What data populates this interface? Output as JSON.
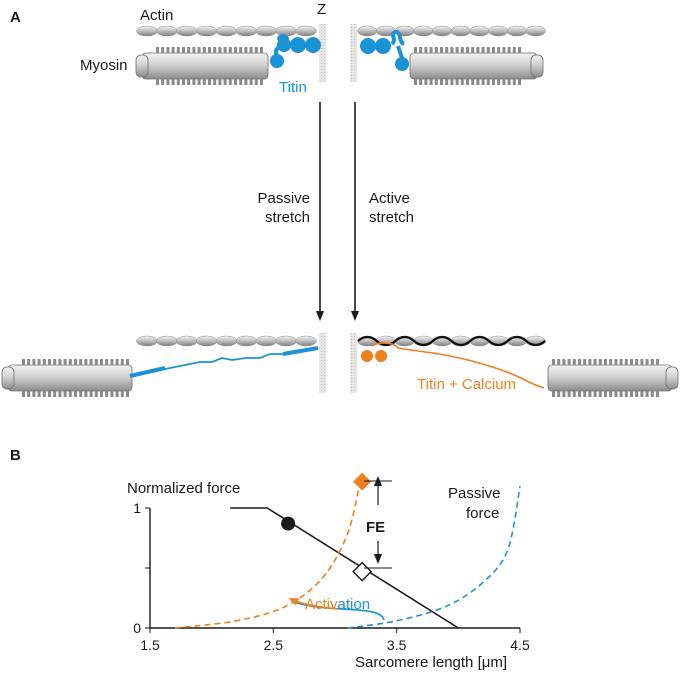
{
  "panel_a": {
    "label": "A",
    "actin": "Actin",
    "myosin": "Myosin",
    "z": "Z",
    "titin": "Titin",
    "passive_line1": "Passive",
    "passive_line2": "stretch",
    "active_line1": "Active",
    "active_line2": "stretch",
    "titin_calcium": "Titin + Calcium"
  },
  "panel_b": {
    "label": "B",
    "normalized_force": "Normalized force",
    "passive_force_line1": "Passive",
    "passive_force_line2": "force",
    "fe": "FE",
    "activation_part1": "Activ",
    "activation_part2": "ation"
  },
  "chart_data": {
    "type": "line",
    "xlabel": "Sarcomere length [μm]",
    "x_ticks": [
      "1.5",
      "2.5",
      "3.5",
      "4.5"
    ],
    "y_ticks": [
      "0",
      "1"
    ],
    "xlim": [
      1.5,
      4.5
    ],
    "ylim": [
      0,
      1
    ],
    "series": [
      {
        "name": "",
        "style": "solid",
        "color": "#1a1a1a",
        "x": [
          2.15,
          2.45,
          4.0
        ],
        "y": [
          1.0,
          1.0,
          0.0
        ]
      },
      {
        "name": "Passive force",
        "style": "dashed",
        "color": "#1a93d6",
        "x": [
          3.1,
          3.5,
          3.9,
          4.2,
          4.4,
          4.5
        ],
        "y": [
          0.0,
          0.06,
          0.18,
          0.38,
          0.65,
          1.18
        ]
      },
      {
        "name": "",
        "style": "dashed",
        "color": "#f07f1e",
        "x": [
          1.7,
          2.2,
          2.6,
          2.9,
          3.1,
          3.2
        ],
        "y": [
          0.0,
          0.06,
          0.18,
          0.42,
          0.78,
          1.2
        ]
      }
    ],
    "points": [
      {
        "marker": "filled-circle",
        "color": "#1a1a1a",
        "x": 2.62,
        "y": 0.87
      },
      {
        "marker": "open-diamond",
        "color": "#1a1a1a",
        "x": 3.22,
        "y": 0.47
      },
      {
        "marker": "filled-diamond",
        "color": "#f07f1e",
        "x": 3.22,
        "y": 1.22
      }
    ],
    "annotations": [
      "FE",
      "Activation",
      "Normalized force",
      "Passive force"
    ]
  }
}
